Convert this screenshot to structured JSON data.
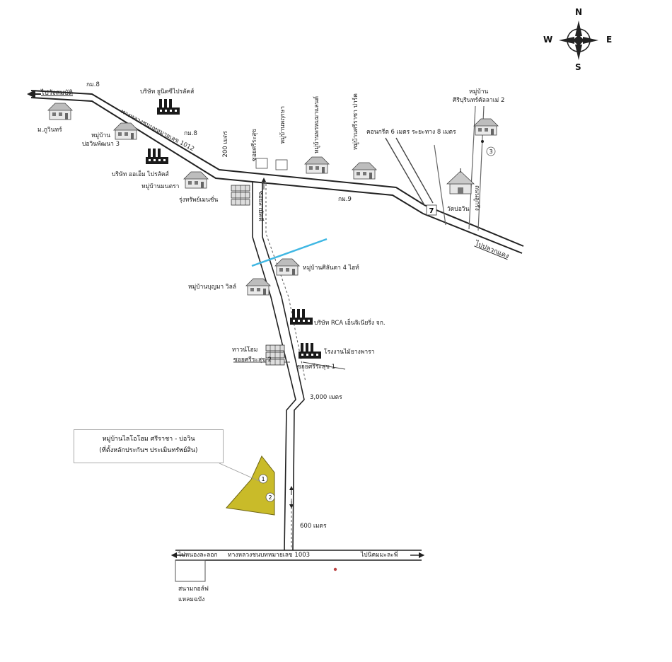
{
  "compass": {
    "n": "N",
    "s": "S",
    "e": "E",
    "w": "W"
  },
  "roads": {
    "to_wangsamrong": "ไปวังสมบัติ",
    "to_pluakdaeng": "ไปปลวกแดง",
    "to_nongla_north": "ไปหนองละลอก",
    "to_nonglaem": "ไปนิคมมะละพี่",
    "hwy_1012": "ทางหลวงชนบทหมายเลข 1012",
    "hwy_1003": "ทางหลวงชนบทหมายเลข 1003",
    "km8_left": "กม.8",
    "km8_mid": "กม.8",
    "km9": "กม.9",
    "concrete_road": "คอนกรีต 6 เมตร ระยะทาง 8 เมตร",
    "soi_left": "ซอยศรีระสุข 2",
    "soi_right": "ซอยศรีระสุข 1",
    "soi_main": "ซอยสามัคคี",
    "dist_200": "200 เมตร",
    "dist_3000": "3,000 เมตร",
    "dist_600": "600 เมตร",
    "road_right_vertical": "ถนนลูกรัง"
  },
  "places": {
    "m_pruksa": "ม.ภูวินทร์",
    "mb_bowin_3": "หมู่บ้าน\nบ่อวินพัฒนา 3",
    "co_unique": "บริษัท ยูนิตซีไปรลัคส์",
    "co_ooo": "บริษัท ออเอ็ม ไปรลัคส์",
    "mb_manorot": "หมู่บ้านมนตรา",
    "roongsap": "รุ่งทรัพย์เมนชั่น",
    "mb_silanda": "หมู่บ้านศิลันดา 4 ไฮท์",
    "mb_boonmee": "หมู่บ้านบุญมา วิลล์",
    "co_rca": "บริษัท RCA เอ็นจิเนียริ่ง จก.",
    "factory_wood": "โรงงานไม้ยางพารา",
    "townhouse": "ทาวน์โฮม",
    "mb_sinthani": "หมู่บ้าน\nศิริบุรินทร์คัลลาเม่ 2",
    "wat_bowin": "วัดบ่อวิน",
    "seven_eleven": "7",
    "v_top1": "ซอยศรีระสุข",
    "v_top2": "หมู่บ้านพฤกษา",
    "v_top3": "หมู่บ้านพรหมมาแลนด์",
    "v_top4": "หมู่บ้านศรีราชา ปาร์ค",
    "golf": "สนามกอล์ฟ\nแหลมฉบัง",
    "callout_line1": "หมู่บ้านไลโอโฮม ศรีราชา - บ่อวิน",
    "callout_line2": "(ที่ตั้งหลักประกันฯ ประเมินทรัพย์สิน)",
    "marker1": "1",
    "marker2": "2",
    "marker3": "3"
  },
  "colors": {
    "road": "#222222",
    "plot_fill": "#c9bb29",
    "canal": "#3fb7e3",
    "factory": "#1a1a1a"
  }
}
